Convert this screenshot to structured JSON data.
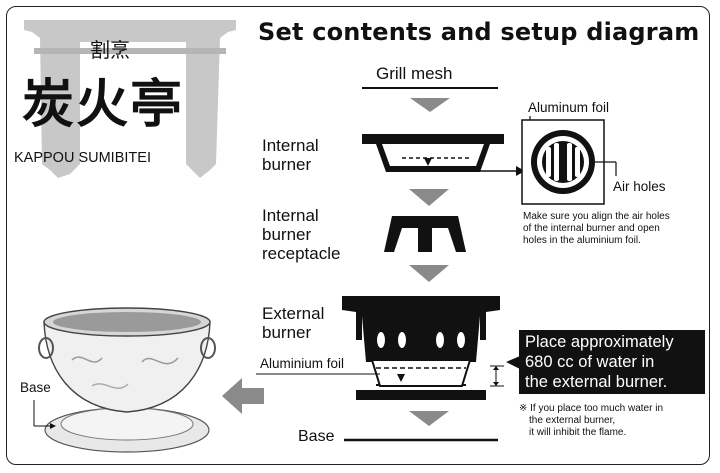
{
  "title": "Set contents and setup diagram",
  "brand": {
    "kanji_main": "炭火亭",
    "kanji_small": "割烹",
    "english": "KAPPOU SUMIBITEI"
  },
  "labels": {
    "grill_mesh": "Grill mesh",
    "internal_burner_1": "Internal",
    "internal_burner_2": "burner",
    "receptacle_1": "Internal",
    "receptacle_2": "burner",
    "receptacle_3": "receptacle",
    "external_burner_1": "External",
    "external_burner_2": "burner",
    "aluminium_foil_left": "Aluminium foil",
    "base_bottom": "Base",
    "base_left": "Base"
  },
  "detail": {
    "aluminum_foil": "Aluminum foil",
    "air_holes": "Air holes",
    "note_1": "Make sure you align the air holes",
    "note_2": "of the internal burner and open",
    "note_3": "holes in the aluminium foil."
  },
  "callout": {
    "line1": "Place approximately",
    "line2": "680 cc of water in",
    "line3": "the external burner."
  },
  "warning": {
    "line1": "※ If you place too much water in",
    "line2": "the external burner,",
    "line3": "it will inhibit the flame."
  }
}
